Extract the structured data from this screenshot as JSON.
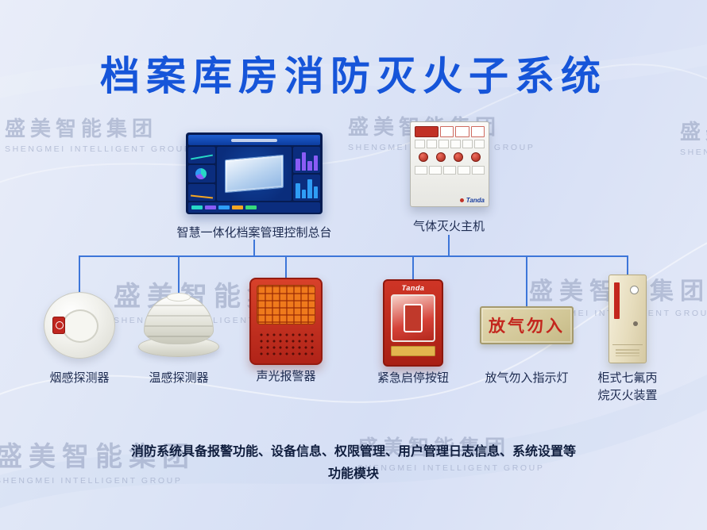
{
  "title": "档案库房消防灭火子系统",
  "watermark": {
    "cn": "盛美智能集团",
    "en": "SHENGMEI INTELLIGENT GROUP"
  },
  "top": {
    "console_label": "智慧一体化档案管理控制总台",
    "gas_host_label": "气体灭火主机",
    "gas_host_brand": "Tanda"
  },
  "devices": [
    {
      "label": "烟感探测器"
    },
    {
      "label": "温感探测器"
    },
    {
      "label": "声光报警器"
    },
    {
      "label": "紧急启停按钮",
      "brand": "Tanda"
    },
    {
      "label": "放气勿入指示灯",
      "sign_text": "放气勿入"
    },
    {
      "label": "柜式七氟丙烷灭火装置",
      "line1": "柜式七氟丙",
      "line2": "烷灭火装置"
    }
  ],
  "footer": {
    "line1": "消防系统具备报警功能、设备信息、权限管理、用户管理日志信息、系统设置等",
    "line2": "功能模块"
  },
  "colors": {
    "title_blue": "#1655d9",
    "connector_blue": "#3d76d9",
    "alarm_red": "#c0281c",
    "sign_red": "#c3261d",
    "sign_bg": "#d6cb9f",
    "cabinet_beige": "#ece2c4",
    "watermark_gray": "#98a3c1",
    "background": "#dde5f6"
  }
}
